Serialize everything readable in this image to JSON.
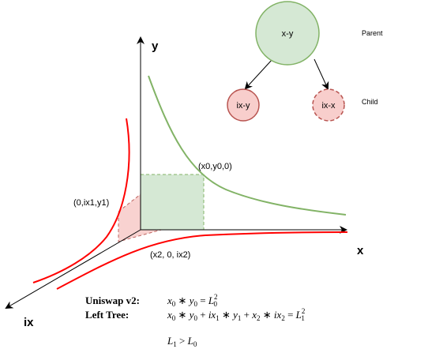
{
  "axes": {
    "y_label": "y",
    "x_label": "x",
    "ix_label": "ix"
  },
  "curves": {
    "green_color": "#82b366",
    "red_color": "#ff0000"
  },
  "points": {
    "green_point": "(x0,y0,0)",
    "left_point": "(0,ix1,y1)",
    "bottom_point": "(x2, 0, ix2)"
  },
  "tree": {
    "parent_node": "x-y",
    "child_left": "ix-y",
    "child_right": "ix-x",
    "parent_label": "Parent",
    "child_label": "Child",
    "parent_fill": "#d5e8d4",
    "parent_stroke": "#82b366",
    "child_fill": "#f8cecc",
    "child_stroke": "#b85450"
  },
  "formulas": {
    "uniswap_label": "Uniswap v2:",
    "left_tree_label": "Left Tree:"
  }
}
